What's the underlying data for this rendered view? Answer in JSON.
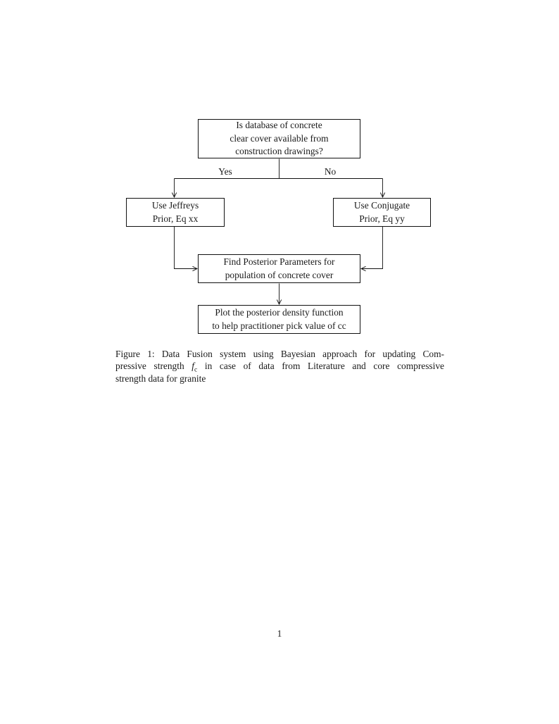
{
  "flowchart": {
    "nodes": {
      "start": "Is database of concrete\nclear cover available from\nconstruction drawings?",
      "jeffreys": "Use Jeffreys\nPrior, Eq xx",
      "conjugate": "Use Conjugate\nPrior, Eq yy",
      "posterior": "Find Posterior Parameters for\npopulation of concrete cover",
      "plot": "Plot the posterior density function\nto help practitioner pick value of cc"
    },
    "labels": {
      "yes": "Yes",
      "no": "No"
    },
    "line_color": "#111111"
  },
  "caption": {
    "line1": "Figure 1: Data Fusion system using Bayesian approach for updating Com-",
    "line2_pre": "pressive strength ",
    "fc_base": "f",
    "fc_sub": "c",
    "line2_post": " in case of data from Literature and core compressive",
    "line3": "strength data for granite"
  },
  "page": {
    "number": "1"
  }
}
